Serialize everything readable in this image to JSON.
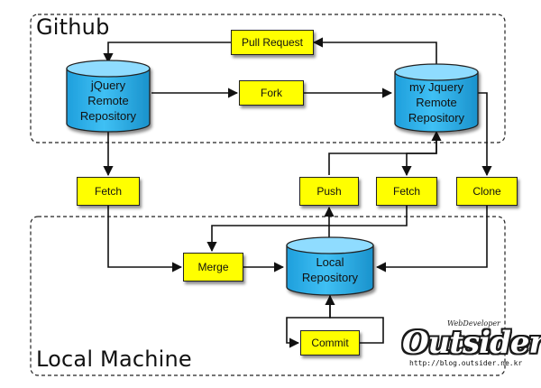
{
  "regions": {
    "github": "Github",
    "local": "Local Machine"
  },
  "repositories": {
    "jquery_remote": [
      "jQuery",
      "Remote",
      "Repository"
    ],
    "my_jquery_remote": [
      "my Jquery",
      "Remote",
      "Repository"
    ],
    "local": [
      "Local",
      "Repository"
    ]
  },
  "actions": {
    "pull_request": "Pull Request",
    "fork": "Fork",
    "fetch_upstream": "Fetch",
    "push": "Push",
    "fetch_origin": "Fetch",
    "clone": "Clone",
    "merge": "Merge",
    "commit": "Commit"
  },
  "watermark": {
    "tagline": "WebDeveloper",
    "name": "Outsider",
    "url": "http://blog.outsider.ne.kr"
  },
  "colors": {
    "action_box": "#ffff00",
    "repository_top": "#8fdcff",
    "repository_body": "#2fb2ea",
    "lines": "#111111"
  }
}
